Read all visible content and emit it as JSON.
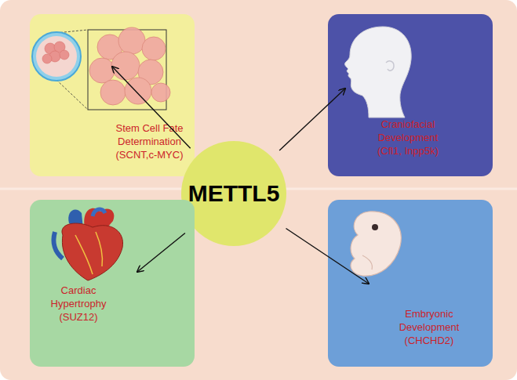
{
  "diagram": {
    "nodes": [
      {
        "text": [
          "Stem Cell Fate Determination",
          "(SCNT,c-MYC)"
        ]
      },
      {
        "text": [
          "Craniofacial Development",
          "(Cfl1, Inpp5k)"
        ]
      },
      {
        "text": [
          "METTL5"
        ]
      },
      {
        "text": [
          "Cardiac Hypertrophy",
          "(SUZ12)"
        ]
      },
      {
        "text": [
          "Embryonic Development",
          "(CHCHD2)"
        ]
      }
    ],
    "edges": [
      {
        "from": 2,
        "to": 0,
        "arrow": "to"
      },
      {
        "from": 2,
        "to": 1,
        "arrow": "to"
      },
      {
        "from": 2,
        "to": 3,
        "arrow": "to"
      },
      {
        "from": 2,
        "to": 4,
        "arrow": "to"
      }
    ]
  }
}
